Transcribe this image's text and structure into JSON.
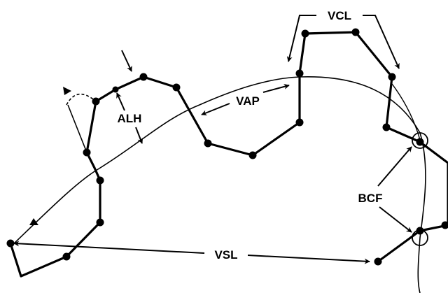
{
  "diagram": {
    "labels": {
      "vcl": "VCL",
      "vap": "VAP",
      "alh": "ALH",
      "bcf": "BCF",
      "vsl": "VSL"
    },
    "colors": {
      "ink": "#000000",
      "background": "#ffffff"
    }
  }
}
